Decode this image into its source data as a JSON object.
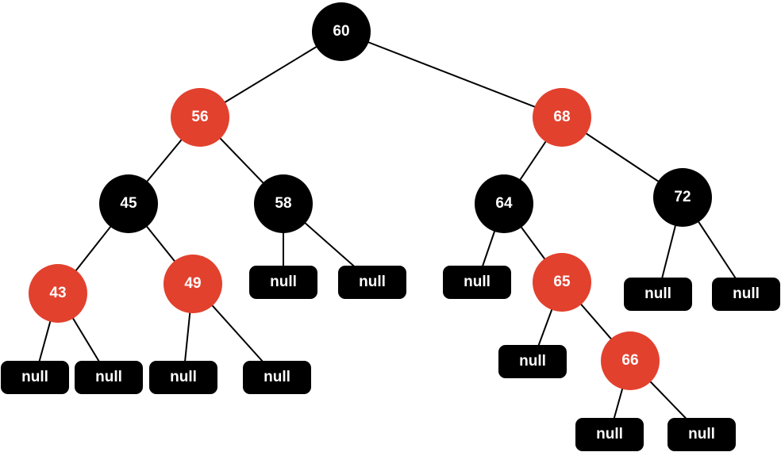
{
  "colors": {
    "black": "#000000",
    "red": "#e2412e",
    "edge": "#000000",
    "text": "#ffffff"
  },
  "nodes": [
    {
      "id": "n60",
      "label": "60",
      "kind": "circle",
      "color": "black"
    },
    {
      "id": "n56",
      "label": "56",
      "kind": "circle",
      "color": "red"
    },
    {
      "id": "n68",
      "label": "68",
      "kind": "circle",
      "color": "red"
    },
    {
      "id": "n45",
      "label": "45",
      "kind": "circle",
      "color": "black"
    },
    {
      "id": "n58",
      "label": "58",
      "kind": "circle",
      "color": "black"
    },
    {
      "id": "n64",
      "label": "64",
      "kind": "circle",
      "color": "black"
    },
    {
      "id": "n72",
      "label": "72",
      "kind": "circle",
      "color": "black"
    },
    {
      "id": "n43",
      "label": "43",
      "kind": "circle",
      "color": "red"
    },
    {
      "id": "n49",
      "label": "49",
      "kind": "circle",
      "color": "red"
    },
    {
      "id": "n65",
      "label": "65",
      "kind": "circle",
      "color": "red"
    },
    {
      "id": "n66",
      "label": "66",
      "kind": "circle",
      "color": "red"
    },
    {
      "id": "l58a",
      "label": "null",
      "kind": "leaf",
      "color": "black"
    },
    {
      "id": "l58b",
      "label": "null",
      "kind": "leaf",
      "color": "black"
    },
    {
      "id": "l64a",
      "label": "null",
      "kind": "leaf",
      "color": "black"
    },
    {
      "id": "l72a",
      "label": "null",
      "kind": "leaf",
      "color": "black"
    },
    {
      "id": "l72b",
      "label": "null",
      "kind": "leaf",
      "color": "black"
    },
    {
      "id": "l43a",
      "label": "null",
      "kind": "leaf",
      "color": "black"
    },
    {
      "id": "l43b",
      "label": "null",
      "kind": "leaf",
      "color": "black"
    },
    {
      "id": "l49a",
      "label": "null",
      "kind": "leaf",
      "color": "black"
    },
    {
      "id": "l49b",
      "label": "null",
      "kind": "leaf",
      "color": "black"
    },
    {
      "id": "l65a",
      "label": "null",
      "kind": "leaf",
      "color": "black"
    },
    {
      "id": "l66a",
      "label": "null",
      "kind": "leaf",
      "color": "black"
    },
    {
      "id": "l66b",
      "label": "null",
      "kind": "leaf",
      "color": "black"
    }
  ],
  "edges": [
    [
      "n60",
      "n56"
    ],
    [
      "n60",
      "n68"
    ],
    [
      "n56",
      "n45"
    ],
    [
      "n56",
      "n58"
    ],
    [
      "n68",
      "n64"
    ],
    [
      "n68",
      "n72"
    ],
    [
      "n45",
      "n43"
    ],
    [
      "n45",
      "n49"
    ],
    [
      "n58",
      "l58a"
    ],
    [
      "n58",
      "l58b"
    ],
    [
      "n64",
      "l64a"
    ],
    [
      "n64",
      "n65"
    ],
    [
      "n72",
      "l72a"
    ],
    [
      "n72",
      "l72b"
    ],
    [
      "n43",
      "l43a"
    ],
    [
      "n43",
      "l43b"
    ],
    [
      "n49",
      "l49a"
    ],
    [
      "n49",
      "l49b"
    ],
    [
      "n65",
      "l65a"
    ],
    [
      "n65",
      "n66"
    ],
    [
      "n66",
      "l66a"
    ],
    [
      "n66",
      "l66b"
    ]
  ]
}
